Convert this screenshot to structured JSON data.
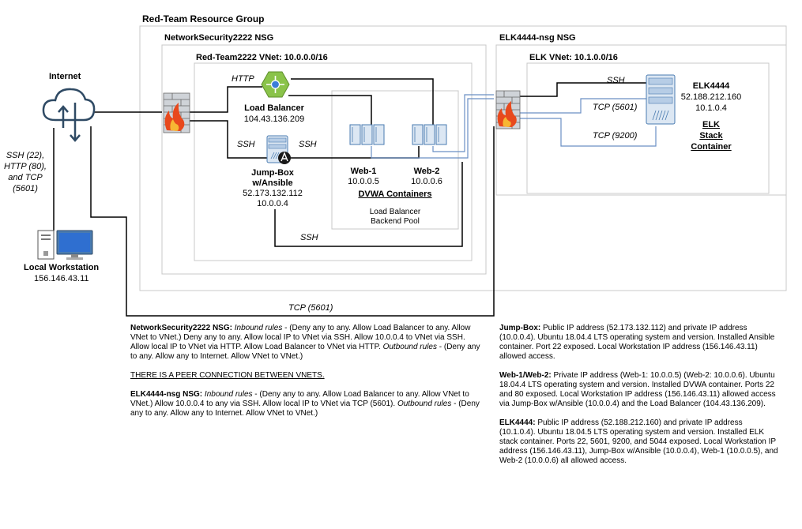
{
  "groups": {
    "resource_group": "Red-Team Resource Group",
    "nsg_left": "NetworkSecurity2222 NSG",
    "vnet_left": "Red-Team2222 VNet: 10.0.0.0/16",
    "nsg_right": "ELK4444-nsg NSG",
    "vnet_right": "ELK VNet: 10.1.0.0/16"
  },
  "internet": {
    "label": "Internet"
  },
  "workstation": {
    "name": "Local Workstation",
    "ip": "156.146.43.11"
  },
  "inbound_ports": {
    "line1": "SSH (22),",
    "line2": "HTTP (80),",
    "line3": "and TCP",
    "line4": "(5601)"
  },
  "load_balancer": {
    "name": "Load Balancer",
    "ip": "104.43.136.209"
  },
  "jumpbox": {
    "name1": "Jump-Box",
    "name2": "w/Ansible",
    "public_ip": "52.173.132.112",
    "private_ip": "10.0.0.4"
  },
  "web1": {
    "name": "Web-1",
    "ip": "10.0.0.5"
  },
  "web2": {
    "name": "Web-2",
    "ip": "10.0.0.6"
  },
  "dvwa": {
    "label": "DVWA Containers"
  },
  "pool": {
    "line1": "Load Balancer",
    "line2": "Backend Pool"
  },
  "elk": {
    "name": "ELK4444",
    "public_ip": "52.188.212.160",
    "private_ip": "10.1.0.4",
    "container1": "ELK",
    "container2": "Stack",
    "container3": "Container"
  },
  "connections": {
    "http": "HTTP",
    "ssh_left": "SSH",
    "ssh_mid": "SSH",
    "ssh_bottom": "SSH",
    "elk_ssh": "SSH",
    "elk_tcp5601": "TCP (5601)",
    "elk_tcp9200": "TCP (9200)",
    "tcp_bottom": "TCP (5601)"
  },
  "rules": {
    "nsg1_title": "NetworkSecurity2222 NSG:",
    "inbound_label": "Inbound rules",
    "nsg1_inbound": " - (Deny any to any. Allow Load Balancer to any. Allow VNet to VNet.) Deny any to any. Allow local IP to VNet via SSH. Allow 10.0.0.4 to VNet via SSH. Allow local IP to VNet via HTTP. Allow Load Balancer to VNet via HTTP.",
    "outbound_label": "Outbound rules",
    "nsg1_outbound": " - (Deny any to any. Allow any to Internet. Allow VNet to VNet.)",
    "peer": "THERE IS A PEER CONNECTION BETWEEN VNETS.",
    "nsg2_title": "ELK4444-nsg NSG:",
    "nsg2_inbound": " - (Deny any to any. Allow Load Balancer to any. Allow VNet to VNet.) Allow 10.0.0.4 to any via SSH. Allow local IP to VNet via TCP (5601).",
    "nsg2_outbound": " - (Deny any to any. Allow any to Internet. Allow VNet to VNet.)"
  },
  "details": {
    "jump_title": "Jump-Box:",
    "jump_text": " Public IP address (52.173.132.112) and private IP address (10.0.0.4). Ubuntu 18.04.4 LTS operating system and version. Installed Ansible container. Port 22 exposed. Local Workstation IP address (156.146.43.11) allowed access.",
    "web_title": "Web-1/Web-2:",
    "web_text": " Private IP address (Web-1: 10.0.0.5) (Web-2: 10.0.0.6). Ubuntu 18.04.4 LTS operating system and version. Installed DVWA container. Ports 22 and 80 exposed. Local Workstation IP address (156.146.43.11) allowed access via Jump-Box w/Ansible (10.0.0.4) and the Load Balancer (104.43.136.209).",
    "elk_title": "ELK4444:",
    "elk_text": " Public IP address (52.188.212.160) and private IP address (10.1.0.4). Ubuntu 18.04.5 LTS operating system and version. Installed ELK stack container. Ports 22, 5601, 9200, and 5044 exposed. Local Workstation IP address (156.146.43.11), Jump-Box w/Ansible (10.0.0.4), Web-1 (10.0.0.5), and Web-2 (10.0.0.6) all allowed access."
  },
  "colors": {
    "line": "#000000",
    "blue_line": "#6a8fc4",
    "box_border": "#c8c8c8",
    "cloud": "#2f4a64",
    "lb_green": "#8ac34a",
    "server_blue": "#4a7bb0",
    "firewall_red": "#c0392b"
  }
}
